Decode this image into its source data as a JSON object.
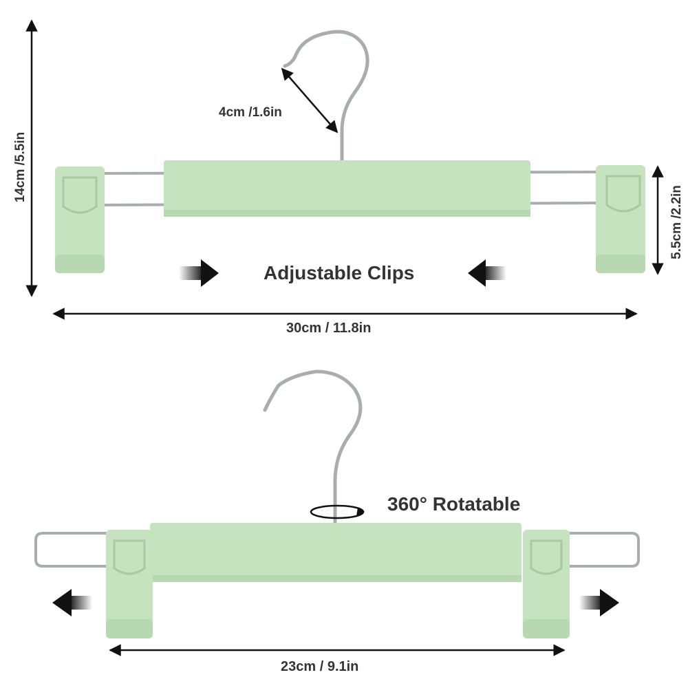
{
  "colors": {
    "hanger_green": "#c5e3bf",
    "hanger_green_shade": "#b2d3ab",
    "metal": "#a9adb2",
    "text": "#333333",
    "dimension_line": "#111111"
  },
  "top_hanger": {
    "hook_label": "4cm /1.6in",
    "height_label": "14cm /5.5in",
    "clip_label": "5.5cm /2.2in",
    "feature_label": "Adjustable Clips",
    "width_label": "30cm / 11.8in"
  },
  "bottom_hanger": {
    "feature_label": "360° Rotatable",
    "width_label": "23cm / 9.1in"
  },
  "icons": [
    "arrow-right-icon",
    "arrow-left-icon",
    "rotate-icon"
  ]
}
